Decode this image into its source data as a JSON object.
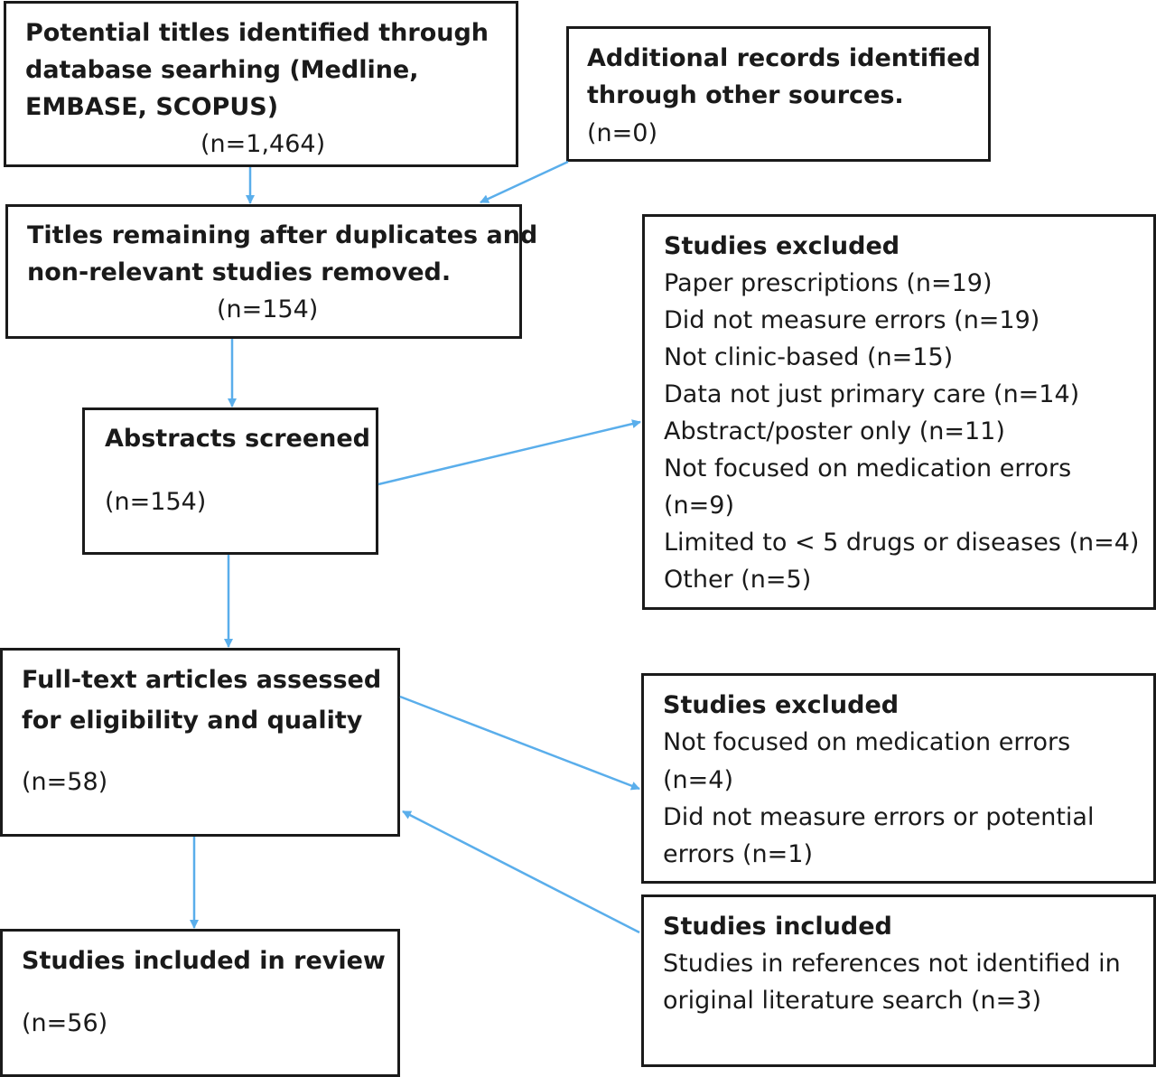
{
  "boxes": {
    "identified": {
      "title_lines": [
        "Potential titles identified through",
        "database searhing (Medline,",
        "EMBASE, SCOPUS)"
      ],
      "count": "(n=1,464)"
    },
    "additional": {
      "title_lines": [
        "Additional records identified",
        "through other sources."
      ],
      "count": "(n=0)"
    },
    "remaining": {
      "title_lines": [
        "Titles remaining after duplicates and",
        "non-relevant studies removed."
      ],
      "count": "(n=154)"
    },
    "abstracts": {
      "title": "Abstracts screened",
      "count": "(n=154)"
    },
    "excluded1": {
      "heading": "Studies excluded",
      "items": [
        "Paper prescriptions (n=19)",
        "Did not measure errors (n=19)",
        "Not clinic-based (n=15)",
        "Data not just primary care (n=14)",
        "Abstract/poster only (n=11)",
        "Not focused on medication errors",
        "(n=9)",
        "Limited to < 5 drugs or diseases (n=4)",
        "Other (n=5)"
      ]
    },
    "fulltext": {
      "title_lines": [
        "Full-text articles assessed",
        "for eligibility and quality"
      ],
      "count": "(n=58)"
    },
    "excluded2": {
      "heading": "Studies excluded",
      "items": [
        "Not focused on medication errors",
        "(n=4)",
        "Did not measure errors or potential",
        "errors (n=1)"
      ]
    },
    "included_refs": {
      "heading": "Studies included",
      "items": [
        "Studies in references not identified in",
        "original literature search (n=3)"
      ]
    },
    "review": {
      "title": "Studies included in review",
      "count": "(n=56)"
    }
  },
  "colors": {
    "arrow": "#5aaeeb",
    "border": "#1a1a1a"
  }
}
